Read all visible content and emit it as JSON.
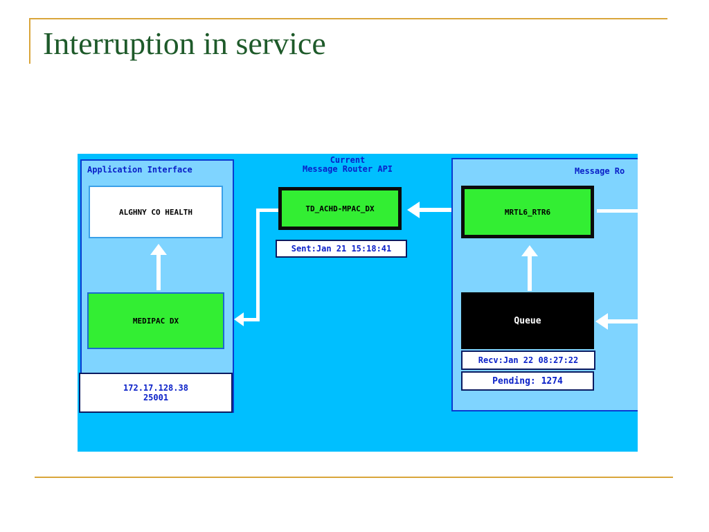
{
  "slide": {
    "title": "Interruption in service"
  },
  "screen": {
    "app_interface": {
      "title": "Application Interface",
      "health_label": "ALGHNY CO HEALTH",
      "medipac_label": "MEDIPAC DX",
      "address_line1": "172.17.128.38",
      "address_line2": "25001"
    },
    "current_router": {
      "title_line1": "Current",
      "title_line2": "Message Router API",
      "node_label": "TD_ACHD-MPAC_DX",
      "sent_label": "Sent:Jan 21 15:18:41"
    },
    "message_router": {
      "title": "Message Ro",
      "node_label": "MRTL6_RTR6",
      "queue_label": "Queue",
      "recv_label": "Recv:Jan 22 08:27:22",
      "pending_label": "Pending: 1274"
    }
  },
  "colors": {
    "accent_gold": "#d9a53a",
    "title_green": "#1e5a2a",
    "screen_blue": "#00bfff",
    "node_green": "#33ee33"
  }
}
